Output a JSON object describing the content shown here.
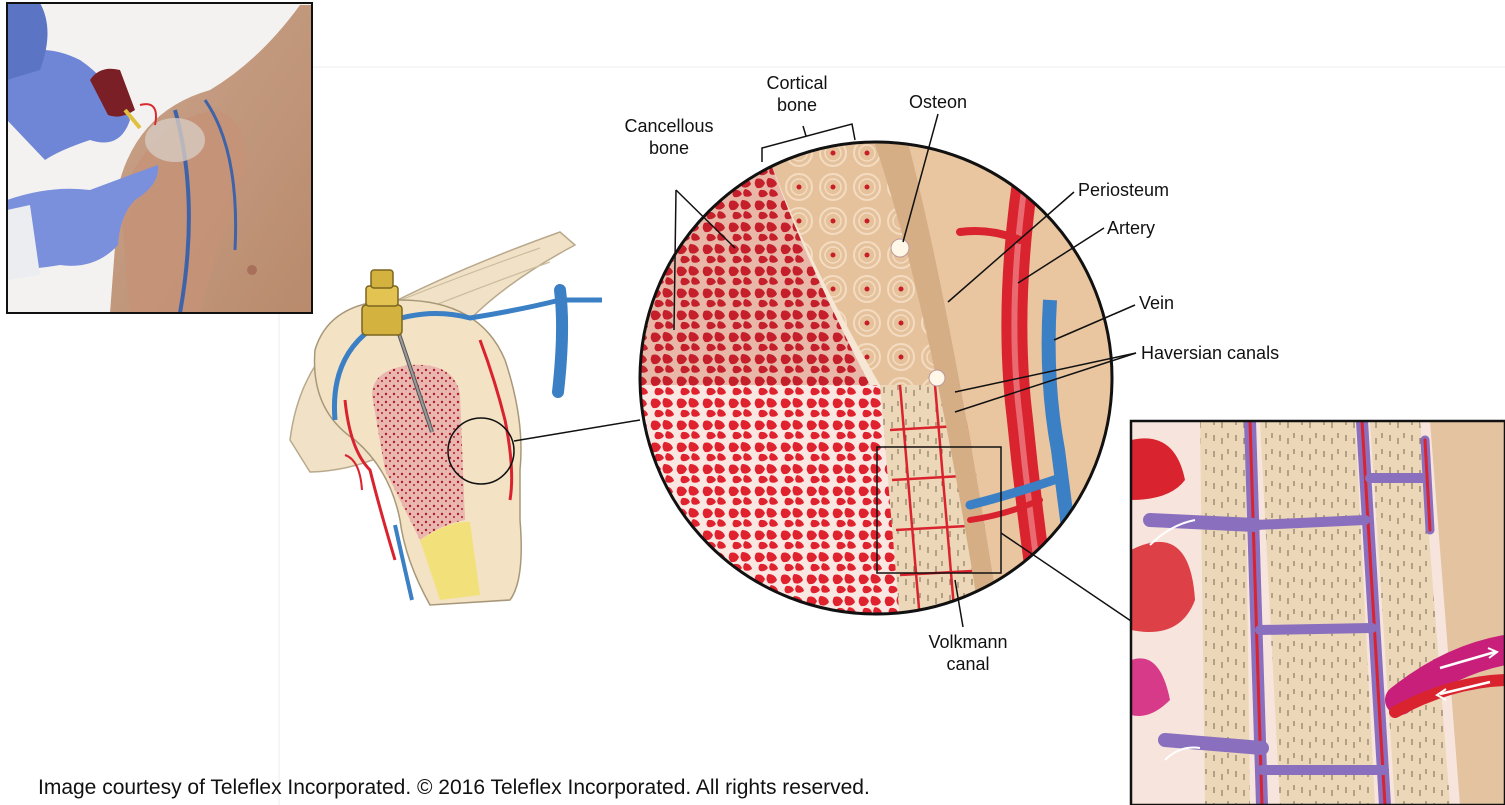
{
  "labels": {
    "cortical_line1": "Cortical",
    "cortical_line2": "bone",
    "osteon": "Osteon",
    "cancellous_line1": "Cancellous",
    "cancellous_line2": "bone",
    "periosteum": "Periosteum",
    "artery": "Artery",
    "vein": "Vein",
    "haversian": "Haversian canals",
    "volkmann_line1": "Volkmann",
    "volkmann_line2": "canal"
  },
  "credit": "Image courtesy of Teleflex Incorporated. © 2016 Teleflex Incorporated. All rights reserved.",
  "colors": {
    "artery": "#d9232e",
    "vein": "#3b7fc4",
    "bone": "#ecd2b0",
    "cancellous": "#c8202c",
    "marrow": "#f6dcd4",
    "glove": "#6f86d6",
    "vessel_purple": "#8a6fbf"
  }
}
